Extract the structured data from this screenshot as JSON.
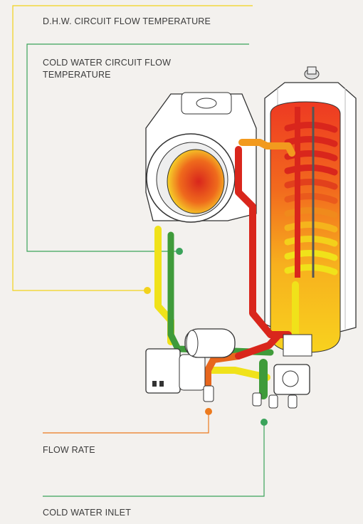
{
  "labels": {
    "dhw_flow_temp": "D.H.W. CIRCUIT FLOW TEMPERATURE",
    "cold_flow_temp_line1": "COLD WATER CIRCUIT FLOW",
    "cold_flow_temp_line2": "TEMPERATURE",
    "flow_rate": "FLOW RATE",
    "cold_water_inlet": "COLD WATER INLET"
  },
  "colors": {
    "background": "#f3f1ee",
    "dhw_line": "#f2d21b",
    "cold_line": "#3aa35a",
    "flow_rate_line": "#ec7a1e",
    "inlet_line": "#3aa35a",
    "hot_pipe": "#d9261c",
    "warm_pipe": "#f0e21a",
    "cold_pipe": "#3f9b3a",
    "mid_pipe": "#f29a1e"
  }
}
